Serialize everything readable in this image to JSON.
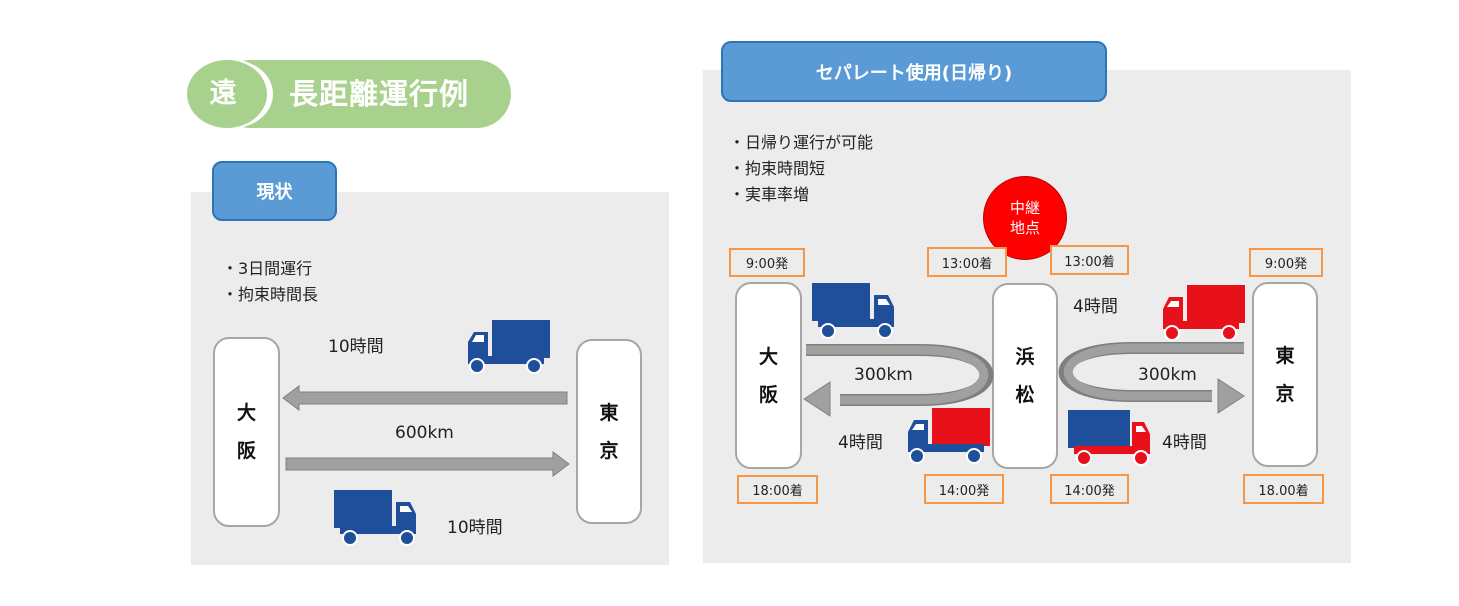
{
  "header": {
    "badge_char": "遠",
    "title": "長距離運行例",
    "color": "#a9d18e"
  },
  "current": {
    "tab_label": "現状",
    "bullets": [
      "・3日間運行",
      "・拘束時間長"
    ],
    "origin": {
      "line1": "大",
      "line2": "阪"
    },
    "destination": {
      "line1": "東",
      "line2": "京"
    },
    "top_duration": "10時間",
    "distance": "600km",
    "bottom_duration": "10時間",
    "truck_color": "#1f4e9a"
  },
  "separate": {
    "tab_label": "セパレート使用(日帰り)",
    "bullets": [
      "・日帰り運行が可能",
      "・拘束時間短",
      "・実車率増"
    ],
    "relay_badge": {
      "line1": "中継",
      "line2": "地点",
      "color": "#ff0000"
    },
    "osaka": {
      "line1": "大",
      "line2": "阪",
      "depart": "9:00発",
      "arrive": "18:00着"
    },
    "hamamatsu": {
      "line1": "浜",
      "line2": "松",
      "arrive_left": "13:00着",
      "depart_left": "14:00発",
      "arrive_right": "13:00着",
      "depart_right": "14:00発"
    },
    "tokyo": {
      "line1": "東",
      "line2": "京",
      "depart": "9:00発",
      "arrive": "18.00着"
    },
    "left_distance": "300km",
    "right_distance": "300km",
    "left_duration": "4時間",
    "right_top_duration": "4時間",
    "right_bottom_duration": "4時間",
    "blue": "#1f4e9a",
    "red": "#e8101a",
    "time_border": "#f79646"
  }
}
